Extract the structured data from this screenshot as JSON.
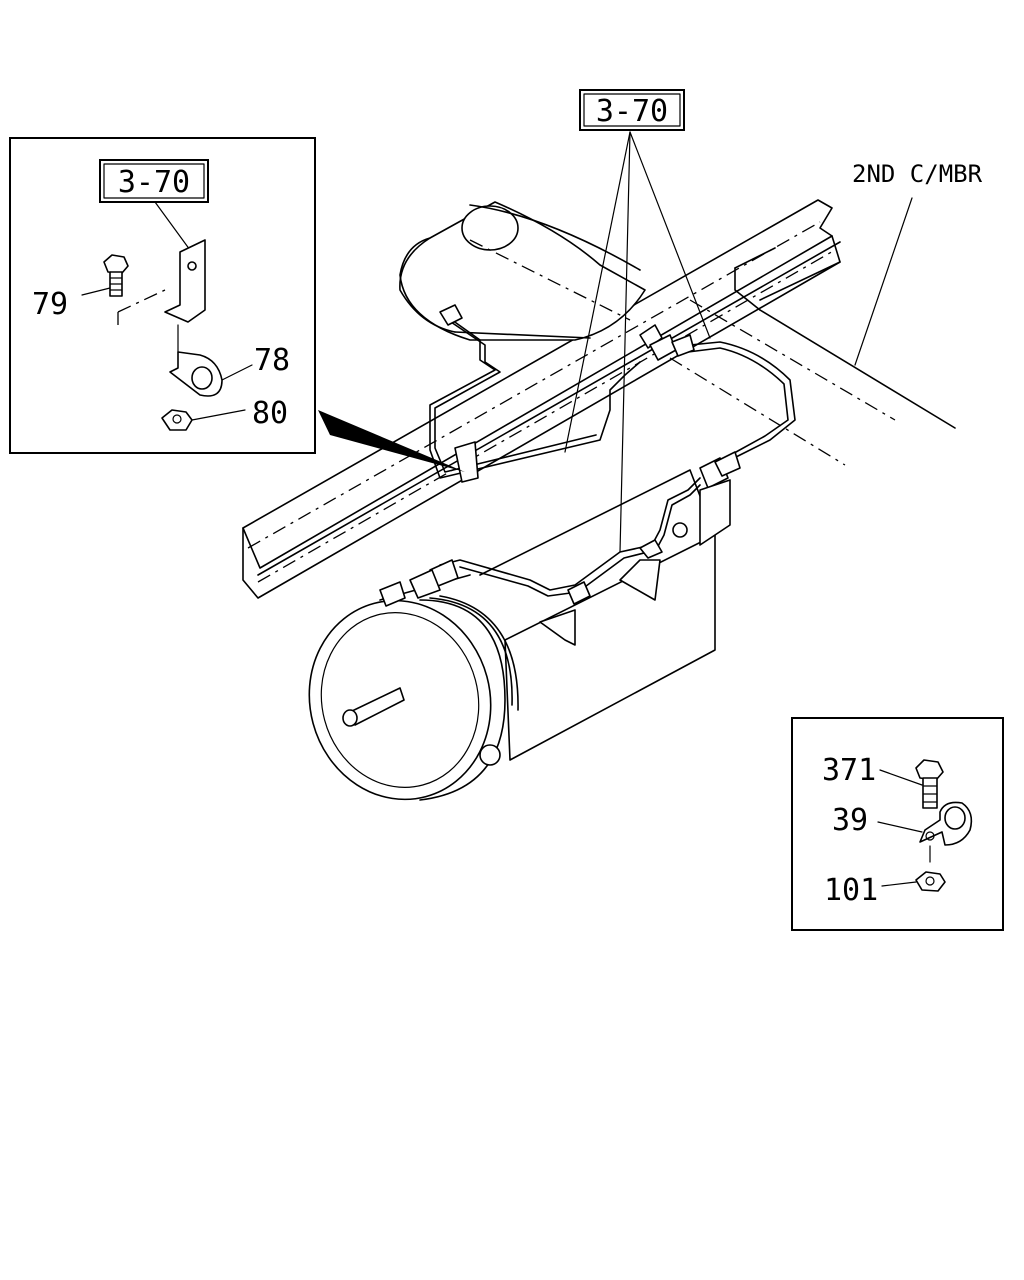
{
  "references": {
    "main_ref": "3-70",
    "inset_ref": "3-70"
  },
  "labels": {
    "frame_member": "2ND C/MBR"
  },
  "inset_left": {
    "parts": [
      "79",
      "78",
      "80"
    ]
  },
  "inset_right": {
    "parts": [
      "371",
      "39",
      "101"
    ]
  }
}
